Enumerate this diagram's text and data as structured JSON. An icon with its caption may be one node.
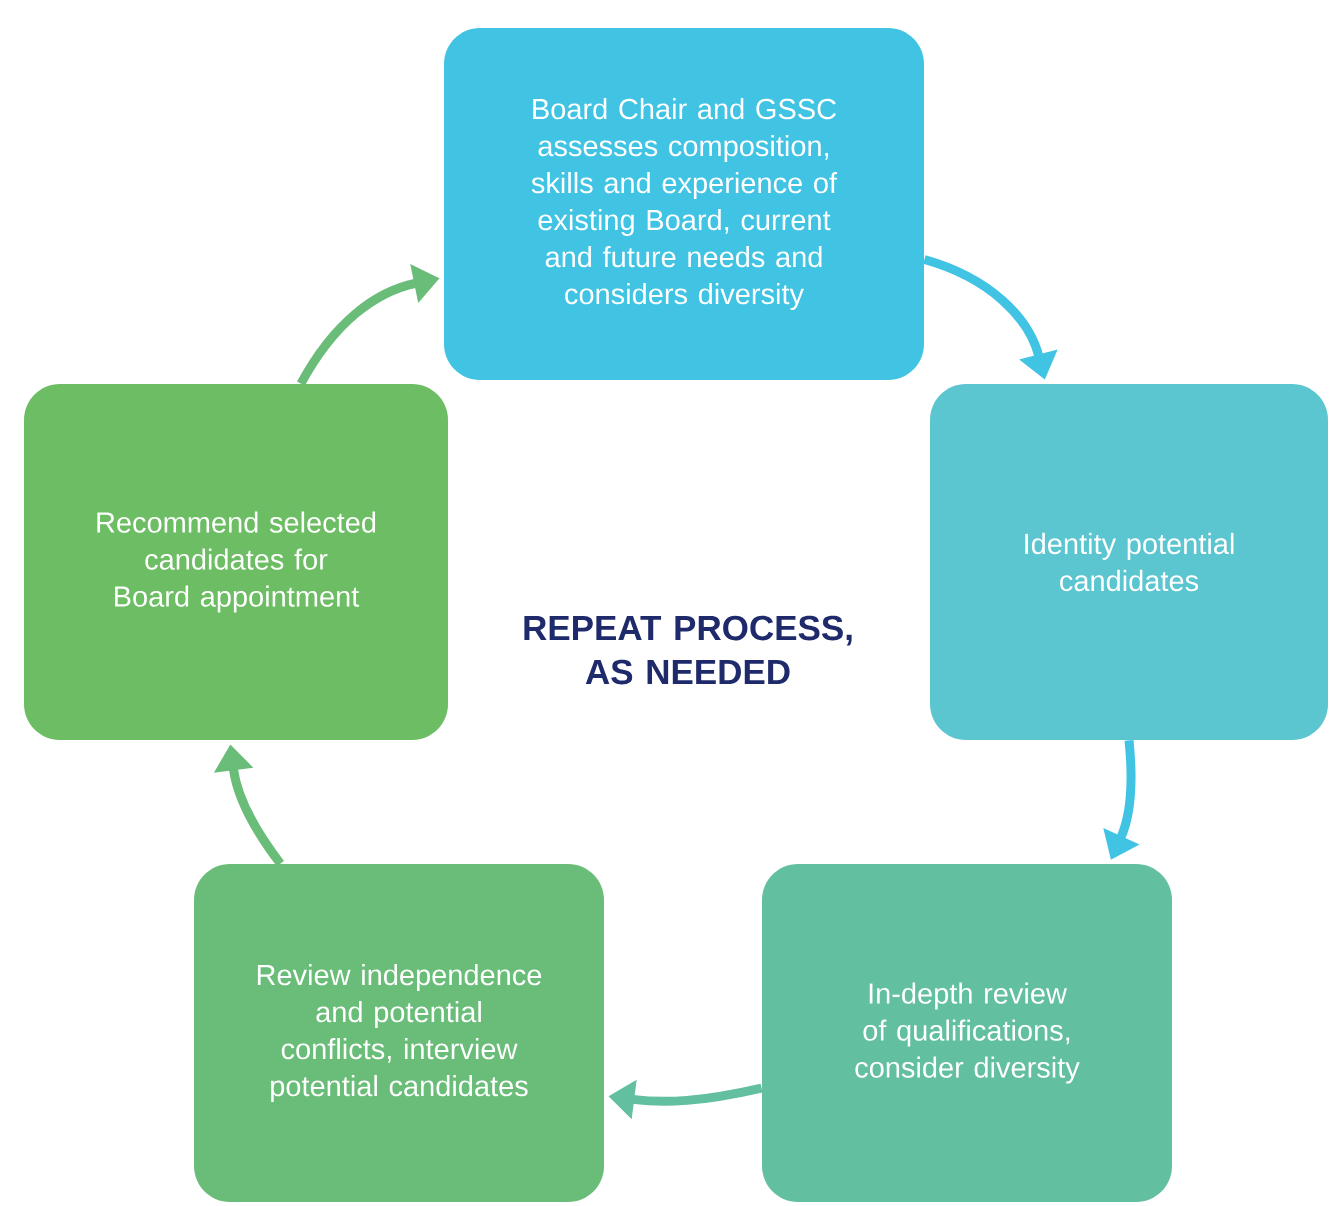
{
  "diagram": {
    "nodes": [
      {
        "text": [
          "Board Chair and GSSC assesses composition, skills and experience of existing Board, current and future needs and considers diversity"
        ]
      },
      {
        "text": [
          "Identity potential candidates"
        ]
      },
      {
        "text": [
          "In-depth review of qualifications, consider diversity"
        ]
      },
      {
        "text": [
          "Review independence and potential conflicts, interview potential candidates"
        ]
      },
      {
        "text": [
          "Recommend selected candidates for Board appointment"
        ]
      }
    ],
    "edges": [
      {
        "from": 0,
        "to": 1,
        "arrow": "to",
        "color": "#41c4e4"
      },
      {
        "from": 1,
        "to": 2,
        "arrow": "to",
        "color": "#41c4e4"
      },
      {
        "from": 2,
        "to": 3,
        "arrow": "to",
        "color": "#62bfa0"
      },
      {
        "from": 3,
        "to": 4,
        "arrow": "to",
        "color": "#6abd78"
      },
      {
        "from": 4,
        "to": 0,
        "arrow": "to",
        "color": "#6abd78"
      }
    ],
    "labels": [
      "REPEAT PROCESS, AS NEEDED"
    ]
  }
}
